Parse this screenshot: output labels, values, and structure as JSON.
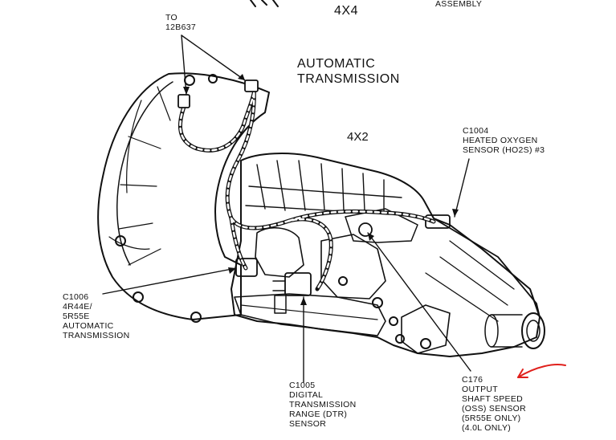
{
  "labels": {
    "to_ref": "TO\n12B637",
    "title_4x4": "4X4",
    "assembly": "ASSEMBLY",
    "main_title": "AUTOMATIC\nTRANSMISSION",
    "title_4x2": "4X2",
    "c1004": "C1004\nHEATED OXYGEN\nSENSOR (HO2S) #3",
    "c1006": "C1006\n4R44E/\n5R55E\nAUTOMATIC\nTRANSMISSION",
    "c1005": "C1005\nDIGITAL\nTRANSMISSION\nRANGE (DTR)\nSENSOR",
    "c176": "C176\nOUTPUT\nSHAFT SPEED\n(OSS) SENSOR\n(5R55E ONLY)\n(4.0L ONLY)"
  },
  "colors": {
    "ink": "#111111",
    "annotation": "#e0201c",
    "background": "#ffffff"
  }
}
